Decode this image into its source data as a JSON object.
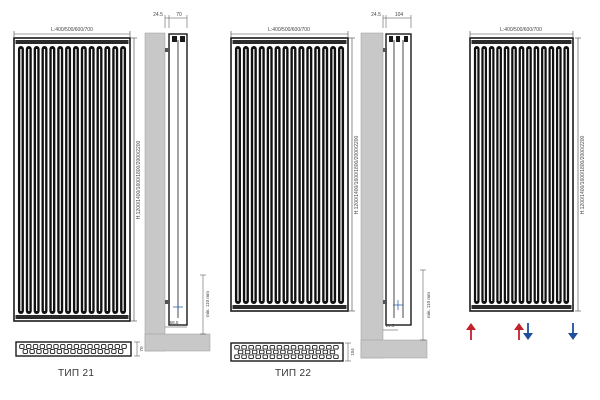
{
  "panels": {
    "front_1": {
      "width_dim": "L:400/500/600/700",
      "height_dim": "H:1200/1400/1600/1800/2000/2200"
    },
    "side_1": {
      "dim_top_a": "24.5",
      "dim_top_b": "70",
      "dim_bottom_a": "58.5",
      "dim_bottom_b": "min. 110 mm"
    },
    "front_2": {
      "width_dim": "L:400/500/600/700",
      "height_dim": "H:1200/1400/1600/1800/2000/2200"
    },
    "side_2": {
      "dim_top_a": "24.5",
      "dim_top_b": "104",
      "dim_bottom_a": "24.5",
      "dim_bottom_b": "min. 110 mm"
    },
    "front_3": {
      "width_dim": "L:400/500/600/700",
      "height_dim": "H:1200/1400/1600/1800/2000/2200"
    }
  },
  "plan_1": {
    "depth_dim": "70"
  },
  "plan_2": {
    "depth_dim": "104"
  },
  "captions": {
    "type_21": "ТИП 21",
    "type_22": "ТИП 22"
  },
  "colors": {
    "frame": "#1a1a1a",
    "wall": "#c8c8c8",
    "supply": "#c0202a",
    "return": "#1f4f9c",
    "dim": "#444444"
  },
  "icons": {
    "arrow_up": "arrow-up-icon",
    "arrow_down": "arrow-down-icon"
  }
}
